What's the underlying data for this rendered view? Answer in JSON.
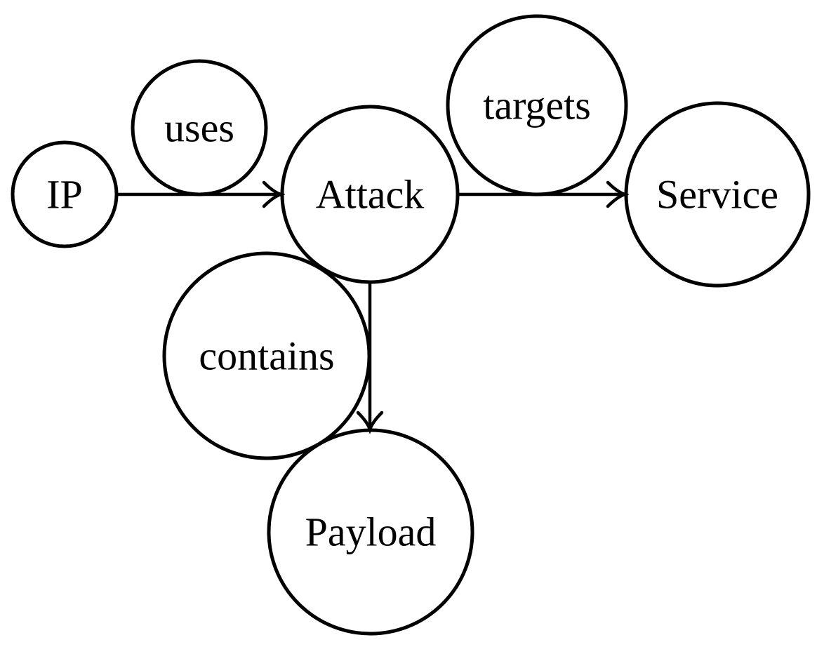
{
  "diagram": {
    "type": "entity-relation-graph",
    "background_color": "#ffffff",
    "stroke_color": "#000000",
    "text_color": "#000000",
    "entities": [
      {
        "id": "ip",
        "label": "IP"
      },
      {
        "id": "attack",
        "label": "Attack"
      },
      {
        "id": "service",
        "label": "Service"
      },
      {
        "id": "payload",
        "label": "Payload"
      }
    ],
    "relations": [
      {
        "id": "uses",
        "label": "uses",
        "from": "IP",
        "to": "Attack"
      },
      {
        "id": "targets",
        "label": "targets",
        "from": "Attack",
        "to": "Service"
      },
      {
        "id": "contains",
        "label": "contains",
        "from": "Attack",
        "to": "Payload"
      }
    ]
  }
}
